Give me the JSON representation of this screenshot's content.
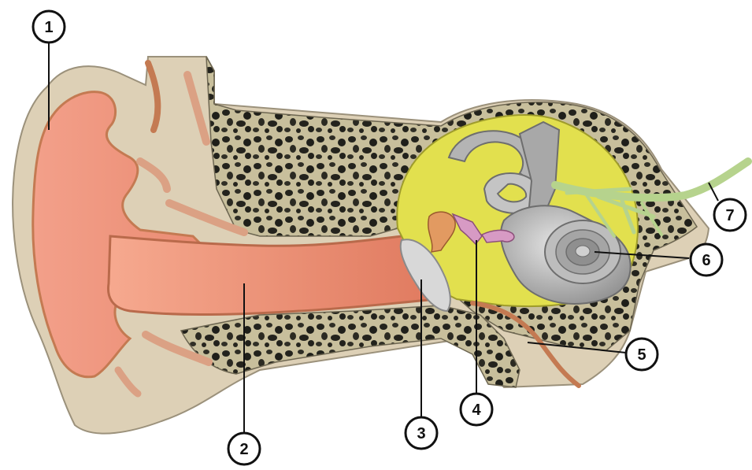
{
  "callouts": [
    {
      "id": "1",
      "label": "1"
    },
    {
      "id": "2",
      "label": "2"
    },
    {
      "id": "3",
      "label": "3"
    },
    {
      "id": "4",
      "label": "4"
    },
    {
      "id": "5",
      "label": "5"
    },
    {
      "id": "6",
      "label": "6"
    },
    {
      "id": "7",
      "label": "7"
    }
  ],
  "colors": {
    "skin": "#ddd0b6",
    "canal": "#e98a6e",
    "cartilage_edge": "#c47a52",
    "bone_dark": "#2b2a22",
    "bone_light": "#b9b08e",
    "middle_ear": "#e2e04e",
    "cochlea": "#a9a9a9",
    "nerve": "#b6d38d",
    "ossicle_pink": "#d79ac4",
    "ossicle_orange": "#e29a61"
  }
}
